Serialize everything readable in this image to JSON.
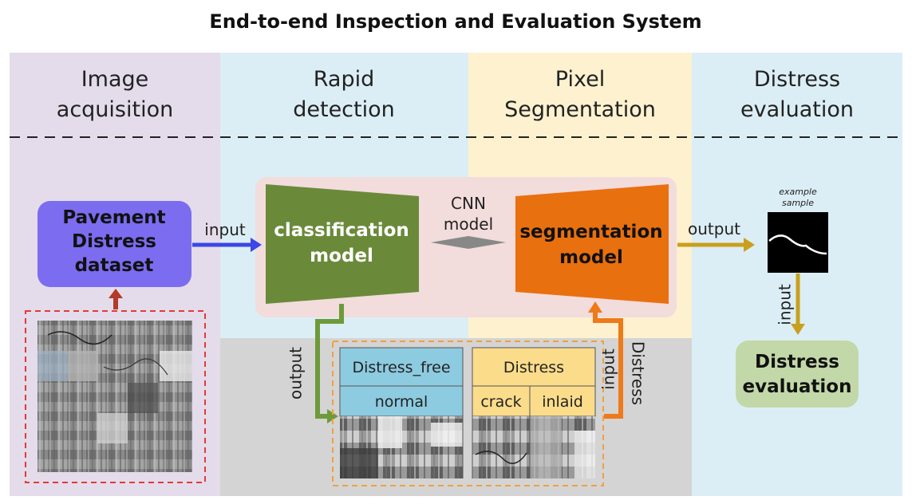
{
  "title": "End-to-end Inspection and Evaluation System",
  "columns": [
    {
      "line1": "Image",
      "line2": "acquisition"
    },
    {
      "line1": "Rapid",
      "line2": "detection"
    },
    {
      "line1": "Pixel",
      "line2": "Segmentation"
    },
    {
      "line1": "Distress",
      "line2": "evaluation"
    }
  ],
  "dataset_box": {
    "line1": "Pavement",
    "line2": "Distress",
    "line3": "dataset"
  },
  "classification_box": {
    "line1": "classification",
    "line2": "model"
  },
  "segmentation_box": {
    "line1": "segmentation",
    "line2": "model"
  },
  "cnn_label": {
    "line1": "CNN",
    "line2": "model"
  },
  "arrows": {
    "input_main": "input",
    "output_main": "output",
    "output_down": "output",
    "input_up": "input",
    "distress_up": "Distress",
    "input_down": "input"
  },
  "example_label": {
    "line1": "example",
    "line2": "sample"
  },
  "evaluation_box": {
    "line1": "Distress",
    "line2": "evaluation"
  },
  "table": {
    "distress_free_header": "Distress_free",
    "normal_label": "normal",
    "distress_header": "Distress",
    "crack_label": "crack",
    "inlaid_label": "inlaid"
  },
  "colors": {
    "col1_bg": "#e4dcea",
    "col2_bg": "#dceef5",
    "col3_bg": "#fdf1cf",
    "col4_bg": "#dceef5",
    "lower_gray": "#d4d4d4",
    "models_bg": "#f2dcdc",
    "dataset_box": "#7b6cf0",
    "classification": "#6a8a3a",
    "segmentation": "#e9700f",
    "evaluation": "#c3d8a8",
    "input_arrow": "#3b46e6",
    "output_arrow": "#c9a01c",
    "green_arrow": "#6e9a3a",
    "orange_arrow": "#ee7a1a",
    "red_arrow": "#b23a2a",
    "table_blue": "#8dcbe0",
    "table_yellow": "#fbdc8a"
  }
}
